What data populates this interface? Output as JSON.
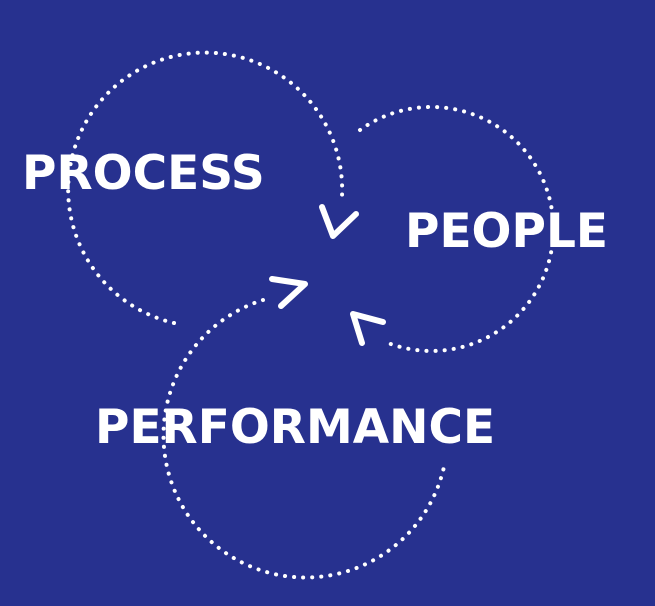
{
  "labels": {
    "process": "PROCESS",
    "people": "PEOPLE",
    "performance": "PERFORMANCE"
  },
  "colors": {
    "background": "#27318f",
    "foreground": "#ffffff"
  }
}
